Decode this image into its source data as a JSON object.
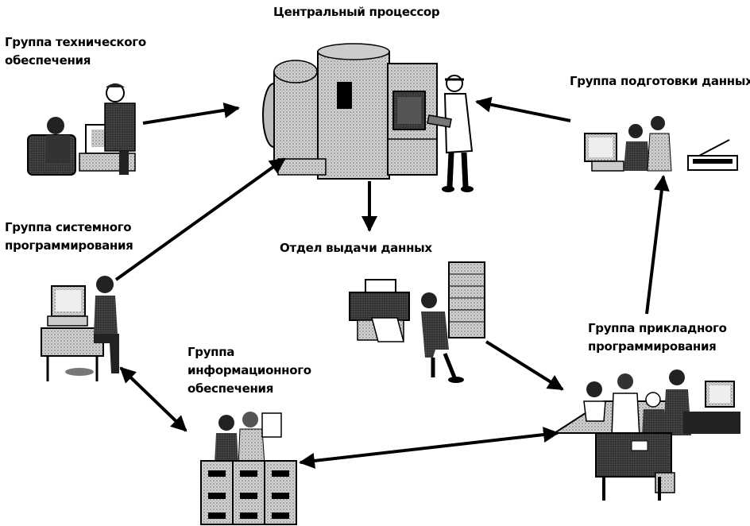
{
  "diagram": {
    "central": {
      "title": "Центральный процессор"
    },
    "output_dept": {
      "title": "Отдел выдачи данных"
    },
    "groups": [
      {
        "id": "tech",
        "lines": [
          "Группа технического",
          "обеспечения"
        ]
      },
      {
        "id": "sys",
        "lines": [
          "Группа системного",
          "программирования"
        ]
      },
      {
        "id": "info",
        "lines": [
          "Группа",
          "информационного",
          "обеспечения"
        ]
      },
      {
        "id": "prep",
        "lines": [
          "Группа подготовки данных"
        ]
      },
      {
        "id": "app",
        "lines": [
          "Группа прикладного",
          "программирования"
        ]
      }
    ]
  }
}
